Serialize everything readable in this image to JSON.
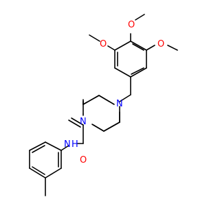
{
  "diagram": {
    "type": "chemical-structure",
    "atom_labels": {
      "o_methoxy_left": "O",
      "o_methoxy_top": "O",
      "o_methoxy_right": "O",
      "n_piperazine_top": "N",
      "n_piperazine_bottom": "N",
      "o_carbonyl": "O",
      "nh_amide": "N",
      "h_amide": "H"
    },
    "colors": {
      "bond": "#000000",
      "oxygen": "#ff0000",
      "nitrogen": "#0000ff"
    }
  }
}
